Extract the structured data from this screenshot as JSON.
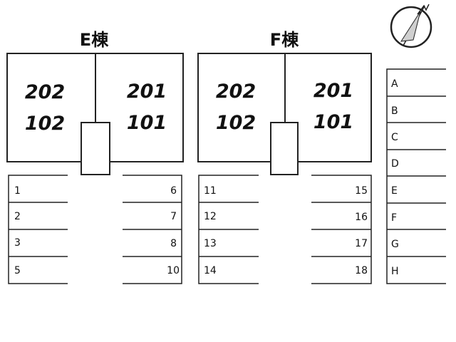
{
  "buildings": [
    {
      "id": "E",
      "title": "E棟",
      "units": {
        "top_left": "202",
        "bottom_left": "102",
        "top_right": "201",
        "bottom_right": "101"
      }
    },
    {
      "id": "F",
      "title": "F棟",
      "units": {
        "top_left": "202",
        "bottom_left": "102",
        "top_right": "201",
        "bottom_right": "101"
      }
    }
  ],
  "parking": {
    "e_left": [
      "1",
      "2",
      "3",
      "5"
    ],
    "e_right": [
      "6",
      "7",
      "8",
      "10"
    ],
    "f_left": [
      "11",
      "12",
      "13",
      "14"
    ],
    "f_right": [
      "15",
      "16",
      "17",
      "18"
    ],
    "side": [
      "A",
      "B",
      "C",
      "D",
      "E",
      "F",
      "G",
      "H"
    ]
  },
  "compass": {
    "icon": "north-arrow-icon"
  }
}
